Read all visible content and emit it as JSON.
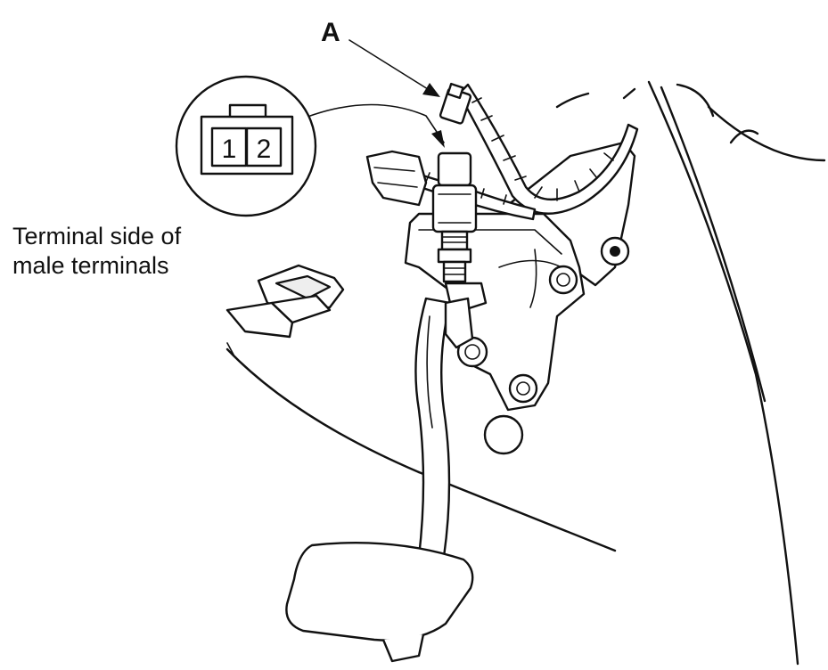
{
  "callout": {
    "label": "A"
  },
  "connector_face": {
    "terminals": [
      "1",
      "2"
    ]
  },
  "caption": {
    "line1": "Terminal side of",
    "line2": "male terminals"
  },
  "colors": {
    "ink": "#111111",
    "paper": "#ffffff"
  }
}
